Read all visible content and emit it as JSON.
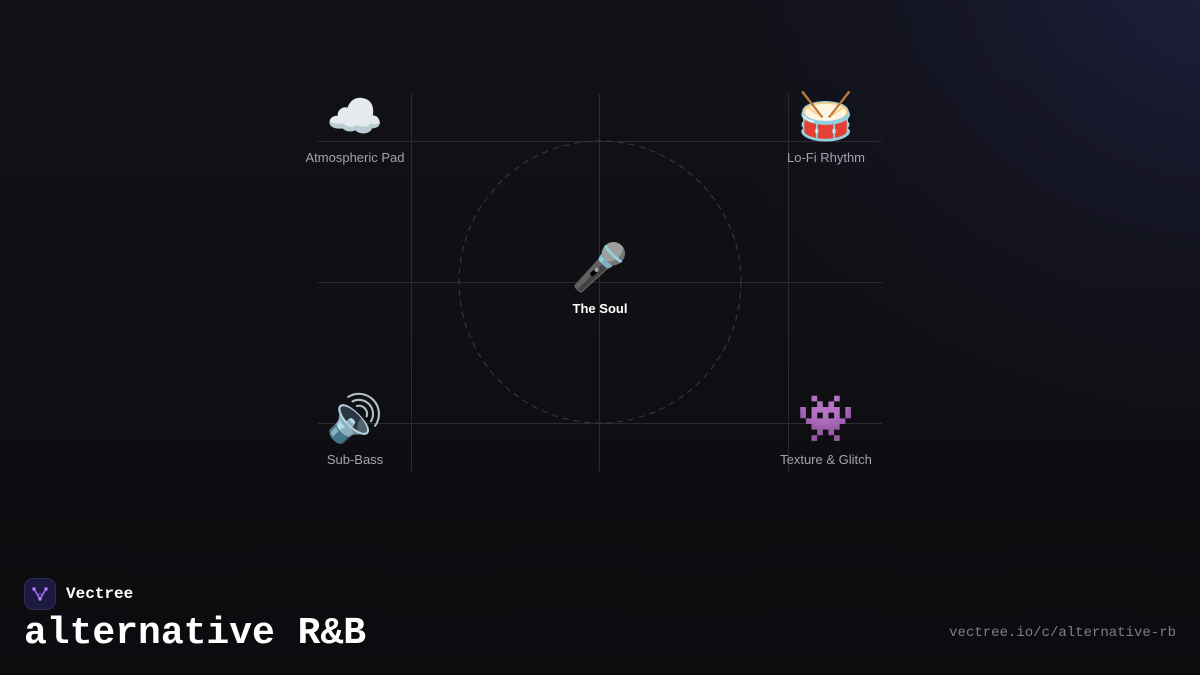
{
  "diagram": {
    "center": {
      "emoji": "🎤",
      "label": "The Soul"
    },
    "nodes": [
      {
        "emoji": "☁️",
        "label": "Atmospheric Pad",
        "position": "top-left"
      },
      {
        "emoji": "🥁",
        "label": "Lo-Fi Rhythm",
        "position": "top-right"
      },
      {
        "emoji": "🔊",
        "label": "Sub-Bass",
        "position": "bottom-left"
      },
      {
        "emoji": "👾",
        "label": "Texture & Glitch",
        "position": "bottom-right"
      }
    ]
  },
  "brand": {
    "name": "Vectree",
    "logo_icon": "vectree-logo-icon"
  },
  "title": "alternative R&B",
  "url": "vectree.io/c/alternative-rb",
  "colors": {
    "background": "#0f0f13",
    "text_primary": "#ffffff",
    "text_secondary": "#a3a3ad",
    "text_muted": "#7d7d86",
    "logo_accent": "#a66cf0"
  }
}
